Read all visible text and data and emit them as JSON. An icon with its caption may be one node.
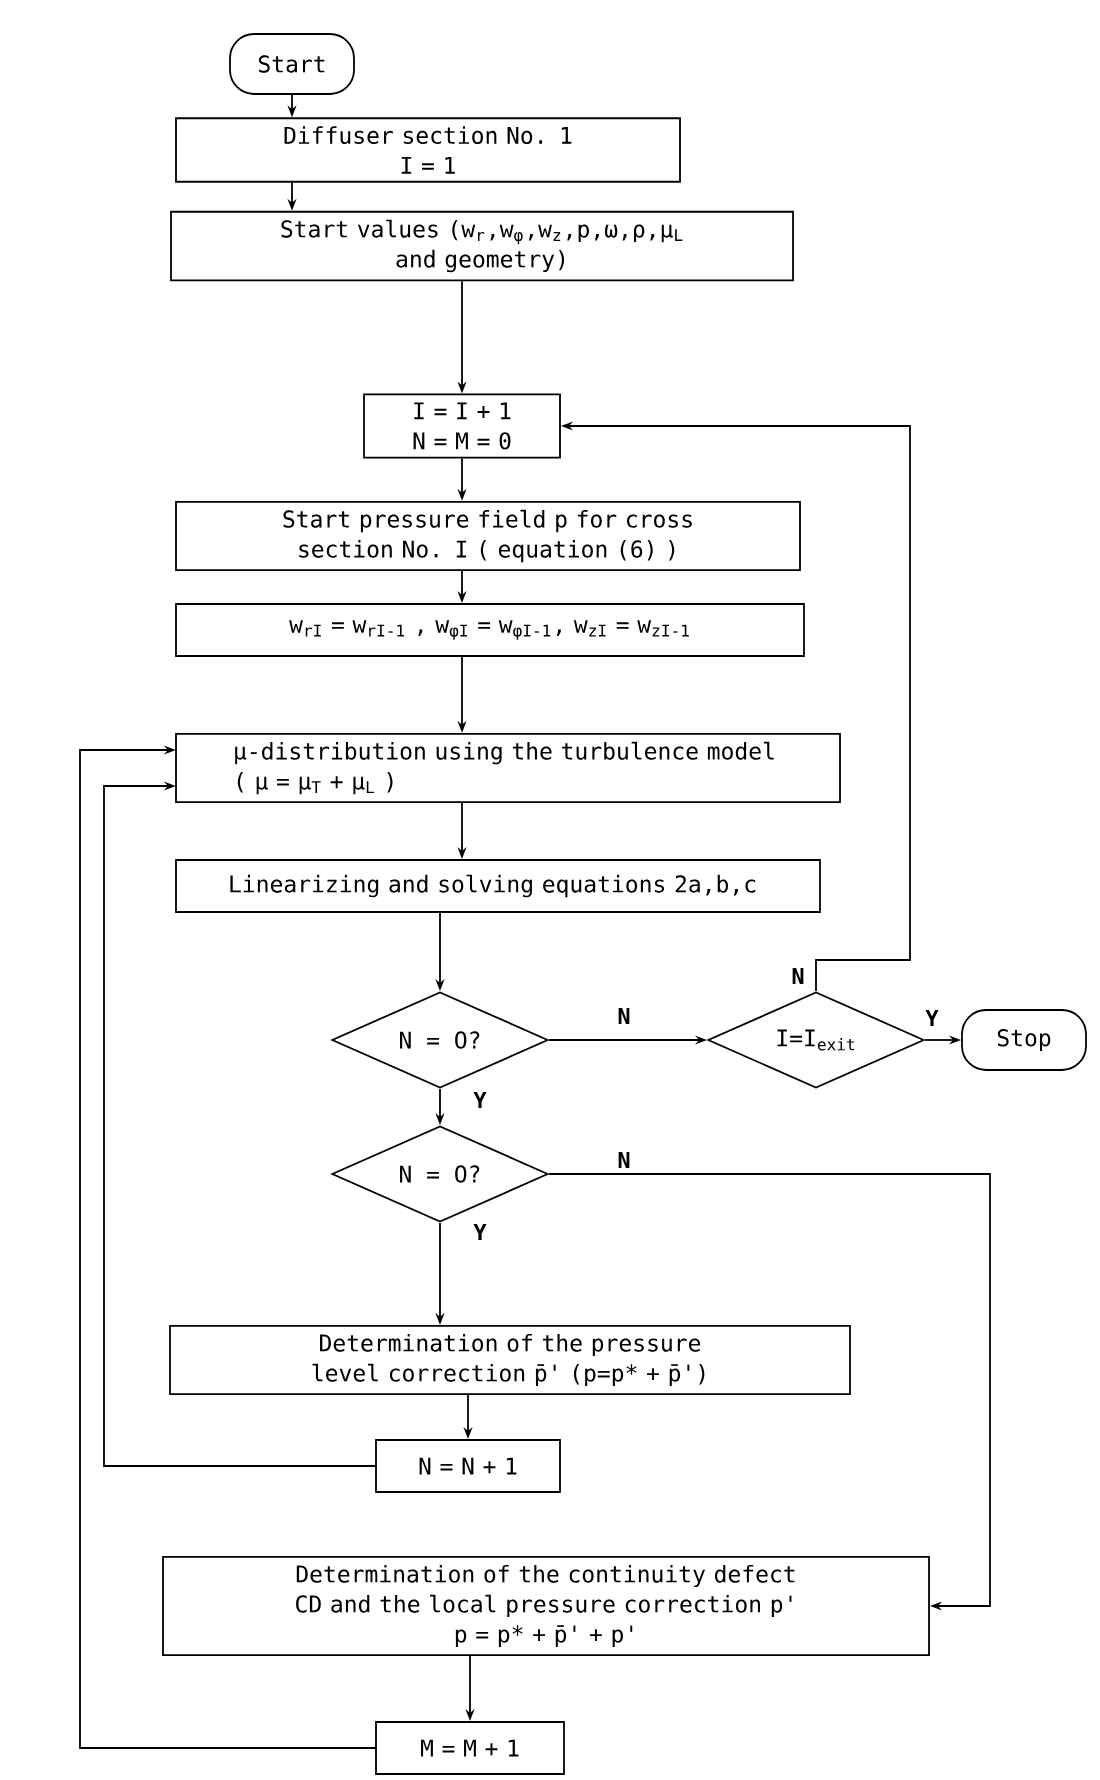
{
  "diagram": {
    "nodes": [
      {
        "text": [
          "Start"
        ]
      },
      {
        "text": [
          "Diffuser section No. 1",
          "I = 1"
        ]
      },
      {
        "text": [
          "Start values (w$_{r}$,w$_{φ}$,w$_{z}$,p,ω,ρ,μ$_{L}$ and geometry)"
        ]
      },
      {
        "text": [
          "I = I + 1",
          "N = M = 0"
        ]
      },
      {
        "text": [
          "Start pressure field p for cross section No. I ( equation (6) )"
        ]
      },
      {
        "text": [
          "w$_{rI}$ = w$_{rI-1}$ , w$_{φI}$ = w$_{φI-1}$, w$_{zI}$ = w$_{zI-1}$"
        ]
      },
      {
        "text": [
          "μ-distribution using the turbulence model ( μ = μ$_{T}$ + μ$_{L}$ )"
        ]
      },
      {
        "text": [
          "Linearizing and solving equations 2a,b,c"
        ]
      },
      {
        "text": [
          "N = O?"
        ]
      },
      {
        "text": [
          "I=I$_{exit}$"
        ]
      },
      {
        "text": [
          "Stop"
        ]
      },
      {
        "text": [
          "N = O?"
        ]
      },
      {
        "text": [
          "Determination of the pressure level correction p̄' (p=p* + p̄')"
        ]
      },
      {
        "text": [
          "N = N + 1"
        ]
      },
      {
        "text": [
          "Determination of the continuity defect CD and the local pressure correction p'",
          "p = p* + p̄' + p'"
        ]
      },
      {
        "text": [
          "M = M + 1"
        ]
      }
    ],
    "edges": [
      {
        "from": 0,
        "to": 1,
        "arrow": "to"
      },
      {
        "from": 1,
        "to": 2,
        "arrow": "to"
      },
      {
        "from": 2,
        "to": 3,
        "arrow": "to"
      },
      {
        "from": 3,
        "to": 4,
        "arrow": "to"
      },
      {
        "from": 4,
        "to": 5,
        "arrow": "to"
      },
      {
        "from": 5,
        "to": 6,
        "arrow": "to"
      },
      {
        "from": 6,
        "to": 7,
        "arrow": "to"
      },
      {
        "from": 7,
        "to": 8,
        "arrow": "to"
      },
      {
        "from": 8,
        "to": 9,
        "arrow": "to",
        "label": "N"
      },
      {
        "from": 9,
        "to": 10,
        "arrow": "to",
        "label": "Y"
      },
      {
        "from": 9,
        "to": 3,
        "arrow": "to",
        "label": "N"
      },
      {
        "from": 8,
        "to": 11,
        "arrow": "to",
        "label": "Y"
      },
      {
        "from": 11,
        "to": 12,
        "arrow": "to",
        "label": "Y"
      },
      {
        "from": 11,
        "to": 14,
        "arrow": "to",
        "label": "N"
      },
      {
        "from": 12,
        "to": 13,
        "arrow": "to"
      },
      {
        "from": 13,
        "to": 6,
        "arrow": "to"
      },
      {
        "from": 14,
        "to": 15,
        "arrow": "to"
      },
      {
        "from": 15,
        "to": 6,
        "arrow": "to"
      }
    ]
  }
}
